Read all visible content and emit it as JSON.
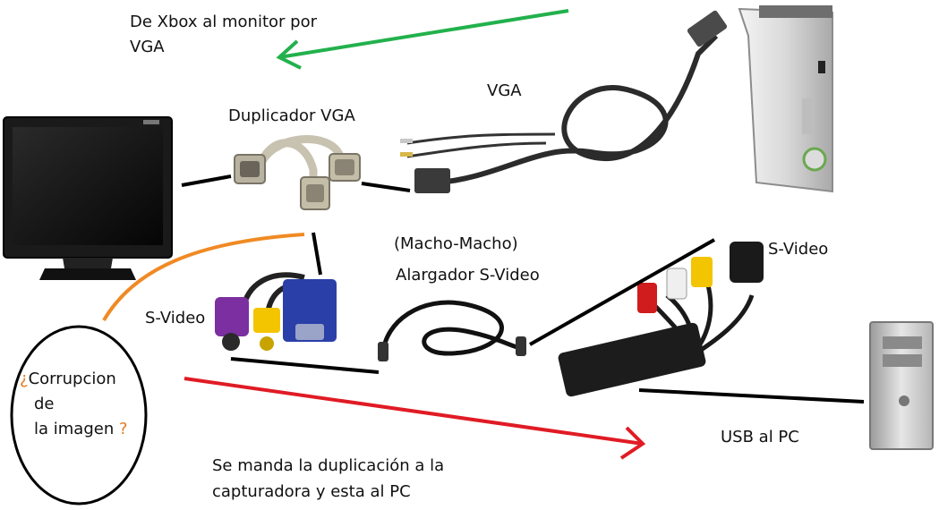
{
  "labels": {
    "xbox_to_monitor": [
      "De Xbox al monitor por",
      "VGA"
    ],
    "vga": "VGA",
    "vga_duplicator": "Duplicador VGA",
    "macho_macho": "(Macho-Macho)",
    "svideo_extender": "Alargador S-Video",
    "svideo_left": "S-Video",
    "svideo_right": "S-Video",
    "usb_to_pc": "USB al PC",
    "corruption": {
      "open_mark": "¿",
      "line1": "Corrupcion",
      "line2": "de",
      "line3": "la imagen",
      "close_mark": "?"
    },
    "duplication_note": [
      "Se manda la duplicación a la",
      "capturadora y esta al PC"
    ]
  },
  "colors": {
    "green_arrow": "#22b14c",
    "red_arrow": "#e01b24",
    "orange_curve": "#f08a24",
    "orange_text": "#e57a1f",
    "connector": "#000000",
    "vga_blue": "#2a3fa8",
    "svideo_purple": "#7b2fa0",
    "rca_yellow": "#f3c400",
    "rca_red": "#d01c1c"
  }
}
